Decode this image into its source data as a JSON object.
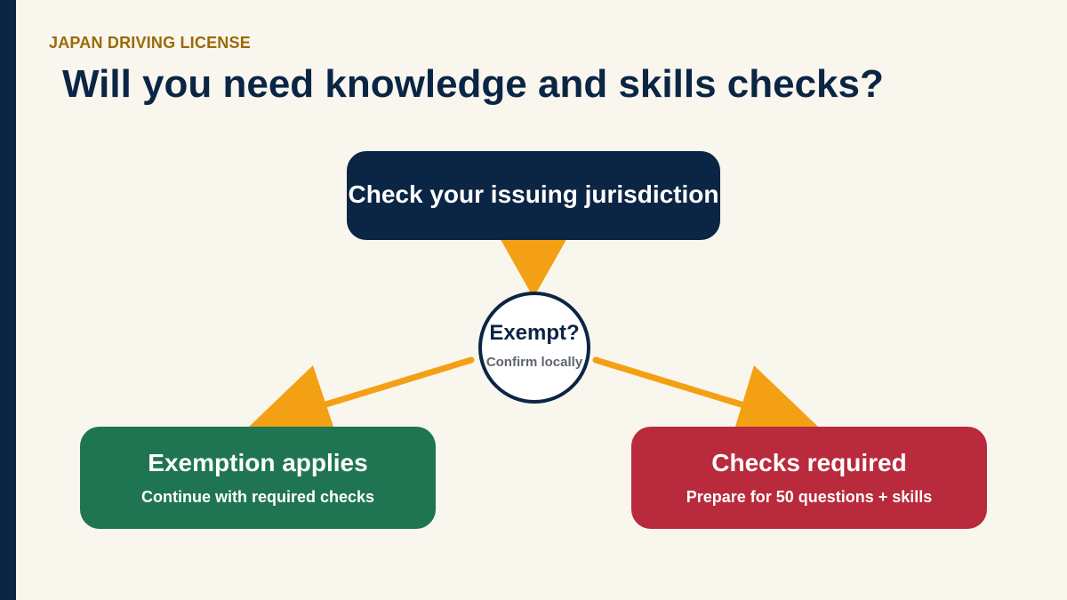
{
  "header": {
    "eyebrow": "JAPAN DRIVING LICENSE",
    "title": "Will you need knowledge and skills checks?"
  },
  "flow": {
    "start": {
      "label": "Check your issuing jurisdiction"
    },
    "decision": {
      "label": "Exempt?",
      "sublabel": "Confirm locally"
    },
    "outcome_left": {
      "label": "Exemption applies",
      "sublabel": "Continue with required checks"
    },
    "outcome_right": {
      "label": "Checks required",
      "sublabel": "Prepare for 50 questions + skills"
    }
  },
  "colors": {
    "navy": "#0b2545",
    "arrow": "#f4a014",
    "exemption": "#1f7552",
    "required": "#b92a3c",
    "eyebrow": "#9b6a07",
    "background": "#f9f6ee"
  }
}
